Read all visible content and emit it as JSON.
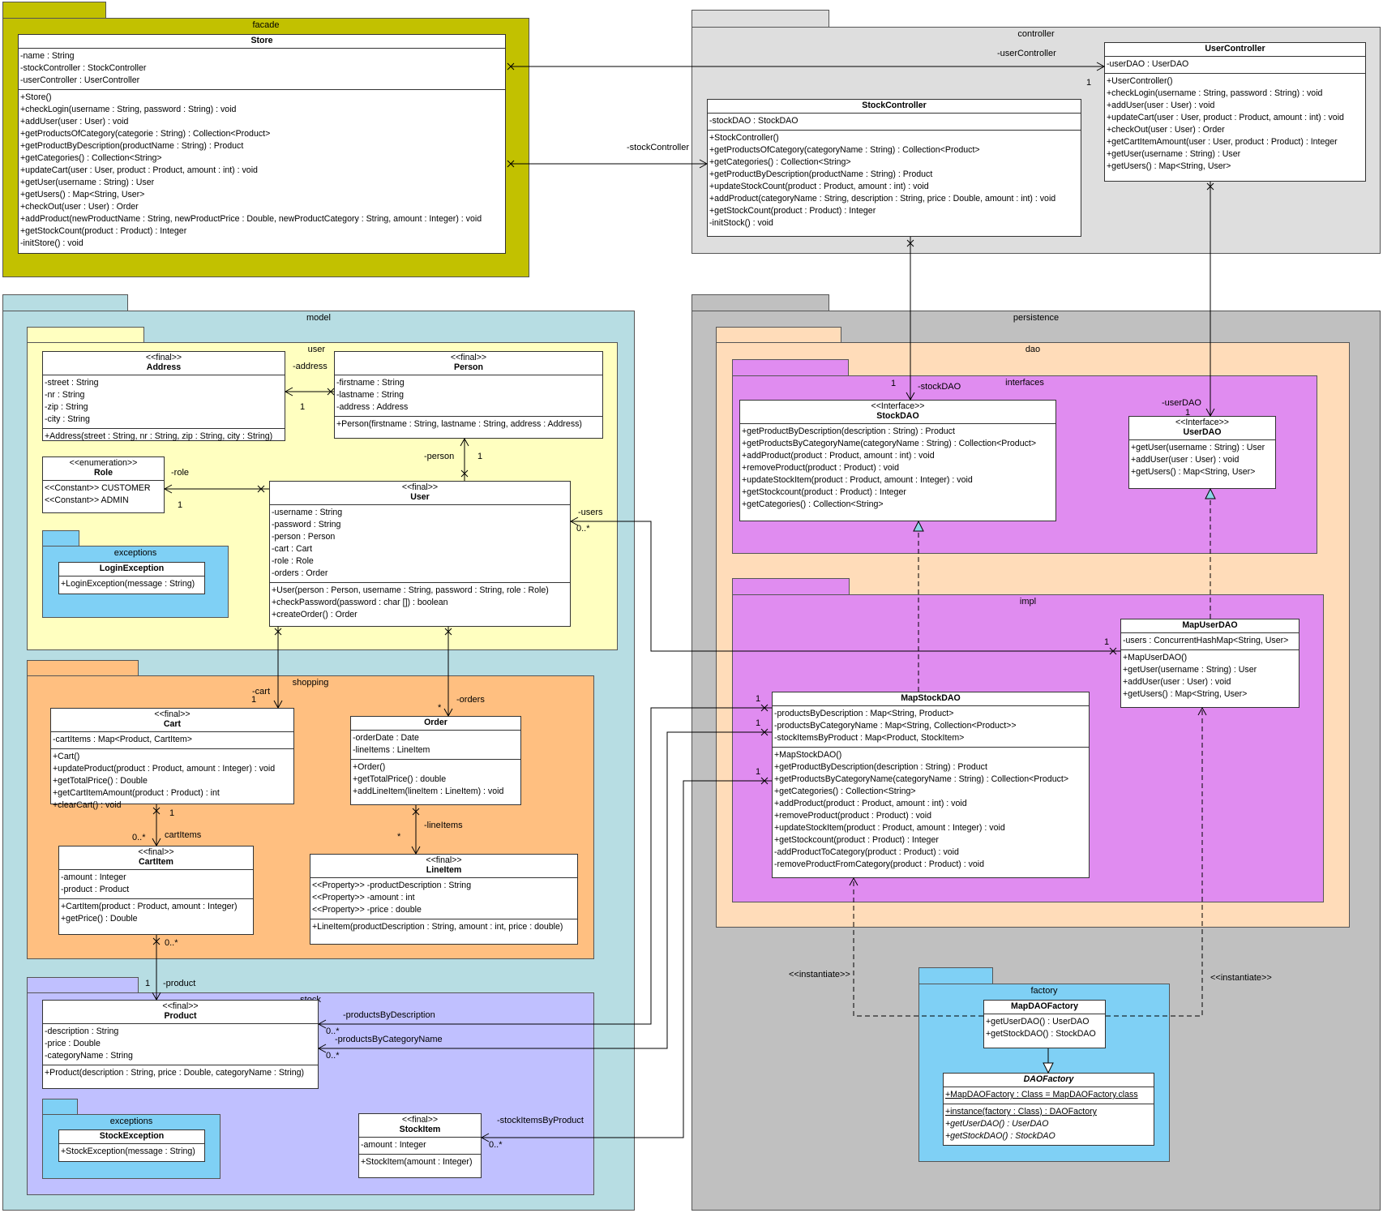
{
  "colors": {
    "facade": "#c2c100",
    "controller": "#dedede",
    "model": "#b7dde3",
    "user_pkg": "#ffffc0",
    "shopping": "#ffbf80",
    "stock": "#c0c0ff",
    "exceptions": "#7fd0f5",
    "persistence": "#c0c0c0",
    "dao": "#ffdcb9",
    "interfaces": "#e08cf0",
    "factory": "#7fd0f5"
  },
  "packages": {
    "facade": "facade",
    "controller": "controller",
    "model": "model",
    "user": "user",
    "exceptions_user": "exceptions",
    "shopping": "shopping",
    "stock": "stock",
    "exceptions_stock": "exceptions",
    "persistence": "persistence",
    "dao": "dao",
    "interfaces": "interfaces",
    "impl": "impl",
    "factory": "factory"
  },
  "classes": {
    "store": {
      "name": "Store",
      "attributes": [
        "-name : String",
        "-stockController : StockController",
        "-userController : UserController"
      ],
      "operations": [
        "+Store()",
        "+checkLogin(username : String, password : String) : void",
        "+addUser(user : User) : void",
        "+getProductsOfCategory(categorie : String) : Collection<Product>",
        "+getProductByDescription(productName : String) : Product",
        "+getCategories() : Collection<String>",
        "+updateCart(user : User, product : Product, amount : int) : void",
        "+getUser(username : String) : User",
        "+getUsers() : Map<String, User>",
        "+checkOut(user : User) : Order",
        "+addProduct(newProductName : String, newProductPrice : Double, newProductCategory : String, amount : Integer) : void",
        "+getStockCount(product : Product) : Integer",
        "-initStore() : void"
      ]
    },
    "user_controller": {
      "name": "UserController",
      "attributes": [
        "-userDAO : UserDAO"
      ],
      "operations": [
        "+UserController()",
        "+checkLogin(username : String, password : String) : void",
        "+addUser(user : User) : void",
        "+updateCart(user : User, product : Product, amount : int) : void",
        "+checkOut(user : User) : Order",
        "+getCartItemAmount(user : User, product : Product) : Integer",
        "+getUser(username : String) : User",
        "+getUsers() : Map<String, User>"
      ]
    },
    "stock_controller": {
      "name": "StockController",
      "attributes": [
        "-stockDAO : StockDAO"
      ],
      "operations": [
        "+StockController()",
        "+getProductsOfCategory(categoryName : String) : Collection<Product>",
        "+getCategories() : Collection<String>",
        "+getProductByDescription(productName : String) : Product",
        "+updateStockCount(product : Product, amount : int) : void",
        "+addProduct(categoryName : String, description : String, price : Double, amount : int) : void",
        "+getStockCount(product : Product) : Integer",
        "-initStock() : void"
      ]
    },
    "address": {
      "stereotype": "<<final>>",
      "name": "Address",
      "attributes": [
        "-street : String",
        "-nr : String",
        "-zip : String",
        "-city : String"
      ],
      "operations": [
        "+Address(street : String, nr : String, zip : String, city : String)"
      ]
    },
    "person": {
      "stereotype": "<<final>>",
      "name": "Person",
      "attributes": [
        "-firstname : String",
        "-lastname : String",
        "-address : Address"
      ],
      "operations": [
        "+Person(firstname : String, lastname : String, address : Address)"
      ]
    },
    "role": {
      "stereotype": "<<enumeration>>",
      "name": "Role",
      "literals": [
        "<<Constant>>  CUSTOMER",
        "<<Constant>>  ADMIN"
      ]
    },
    "user": {
      "stereotype": "<<final>>",
      "name": "User",
      "attributes": [
        "-username : String",
        "-password : String",
        "-person : Person",
        "-cart : Cart",
        "-role : Role",
        "-orders : Order"
      ],
      "operations": [
        "+User(person : Person, username : String, password : String, role : Role)",
        "+checkPassword(password : char []) : boolean",
        "+createOrder() : Order"
      ]
    },
    "login_exception": {
      "name": "LoginException",
      "operations": [
        "+LoginException(message : String)"
      ]
    },
    "cart": {
      "stereotype": "<<final>>",
      "name": "Cart",
      "attributes": [
        "-cartItems : Map<Product, CartItem>"
      ],
      "operations": [
        "+Cart()",
        "+updateProduct(product : Product, amount : Integer) : void",
        "+getTotalPrice() : Double",
        "+getCartItemAmount(product : Product) : int",
        "+clearCart() : void"
      ]
    },
    "order": {
      "name": "Order",
      "attributes": [
        "-orderDate : Date",
        "-lineItems : LineItem"
      ],
      "operations": [
        "+Order()",
        "+getTotalPrice() : double",
        "+addLineItem(lineItem : LineItem) : void"
      ]
    },
    "cart_item": {
      "stereotype": "<<final>>",
      "name": "CartItem",
      "attributes": [
        "-amount : Integer",
        "-product : Product"
      ],
      "operations": [
        "+CartItem(product : Product, amount : Integer)",
        "+getPrice() : Double"
      ]
    },
    "line_item": {
      "stereotype": "<<final>>",
      "name": "LineItem",
      "attributes": [
        "<<Property>> -productDescription : String",
        "<<Property>> -amount : int",
        "<<Property>> -price : double"
      ],
      "operations": [
        "+LineItem(productDescription : String, amount : int, price : double)"
      ]
    },
    "product": {
      "stereotype": "<<final>>",
      "name": "Product",
      "attributes": [
        "-description : String",
        "-price : Double",
        "-categoryName : String"
      ],
      "operations": [
        "+Product(description : String, price : Double, categoryName : String)"
      ]
    },
    "stock_exception": {
      "name": "StockException",
      "operations": [
        "+StockException(message : String)"
      ]
    },
    "stock_item": {
      "stereotype": "<<final>>",
      "name": "StockItem",
      "attributes": [
        "-amount : Integer"
      ],
      "operations": [
        "+StockItem(amount : Integer)"
      ]
    },
    "stock_dao": {
      "stereotype": "<<Interface>>",
      "name": "StockDAO",
      "operations": [
        "+getProductByDescription(description : String) : Product",
        "+getProductsByCategoryName(categoryName : String) : Collection<Product>",
        "+addProduct(product : Product, amount : int) : void",
        "+removeProduct(product : Product) : void",
        "+updateStockItem(product : Product, amount : Integer) : void",
        "+getStockcount(product : Product) : Integer",
        "+getCategories() : Collection<String>"
      ]
    },
    "user_dao": {
      "stereotype": "<<Interface>>",
      "name": "UserDAO",
      "operations": [
        "+getUser(username : String) : User",
        "+addUser(user : User) : void",
        "+getUsers() : Map<String, User>"
      ]
    },
    "map_user_dao": {
      "name": "MapUserDAO",
      "attributes": [
        "-users : ConcurrentHashMap<String, User>"
      ],
      "operations": [
        "+MapUserDAO()",
        "+getUser(username : String) : User",
        "+addUser(user : User) : void",
        "+getUsers() : Map<String, User>"
      ]
    },
    "map_stock_dao": {
      "name": "MapStockDAO",
      "attributes": [
        "-productsByDescription : Map<String, Product>",
        "-productsByCategoryName : Map<String, Collection<Product>>",
        "-stockItemsByProduct : Map<Product, StockItem>"
      ],
      "operations": [
        "+MapStockDAO()",
        "+getProductByDescription(description : String) : Product",
        "+getProductsByCategoryName(categoryName : String) : Collection<Product>",
        "+getCategories() : Collection<String>",
        "+addProduct(product : Product, amount : int) : void",
        "+removeProduct(product : Product) : void",
        "+updateStockItem(product : Product, amount : Integer) : void",
        "+getStockcount(product : Product) : Integer",
        "-addProductToCategory(product : Product) : void",
        "-removeProductFromCategory(product : Product) : void"
      ]
    },
    "map_dao_factory": {
      "name": "MapDAOFactory",
      "operations": [
        "+getUserDAO() : UserDAO",
        "+getStockDAO() : StockDAO"
      ]
    },
    "dao_factory": {
      "name": "DAOFactory",
      "attributes": [
        "+MapDAOFactory : Class = MapDAOFactory.class"
      ],
      "operations": [
        "+instance(factory : Class) : DAOFactory",
        "+getUserDAO() : UserDAO",
        "+getStockDAO() : StockDAO"
      ]
    }
  },
  "labels": {
    "user_controller_role": "-userController",
    "user_controller_mult": "1",
    "stock_controller_role": "-stockController",
    "stock_dao_role": "-stockDAO",
    "stock_dao_mult": "1",
    "user_dao_role": "-userDAO",
    "user_dao_mult": "1",
    "address_role": "-address",
    "address_mult": "1",
    "person_role": "-person",
    "person_mult": "1",
    "role_role": "-role",
    "role_mult": "1",
    "users_role": "-users",
    "users_mult": "0..*",
    "users_map_mult": "1",
    "cart_role": "-cart",
    "cart_mult": "1",
    "orders_role": "-orders",
    "orders_mult": "*",
    "cart_items_role": "cartItems",
    "cart_items_mult_end": "0..*",
    "cart_items_mult_start": "1",
    "line_items_role": "-lineItems",
    "line_items_mult": "*",
    "product_role": "-product",
    "product_mult": "1",
    "product_src_mult": "0..*",
    "pbd_role": "-productsByDescription",
    "pbd_mult": "0..*",
    "pbd_src_mult": "1",
    "pbc_role": "-productsByCategoryName",
    "pbc_mult": "0..*",
    "pbc_src_mult": "1",
    "sibp_role": "-stockItemsByProduct",
    "sibp_mult": "0..*",
    "sibp_src_mult": "1",
    "instantiate_left": "<<instantiate>>",
    "instantiate_right": "<<instantiate>>"
  }
}
